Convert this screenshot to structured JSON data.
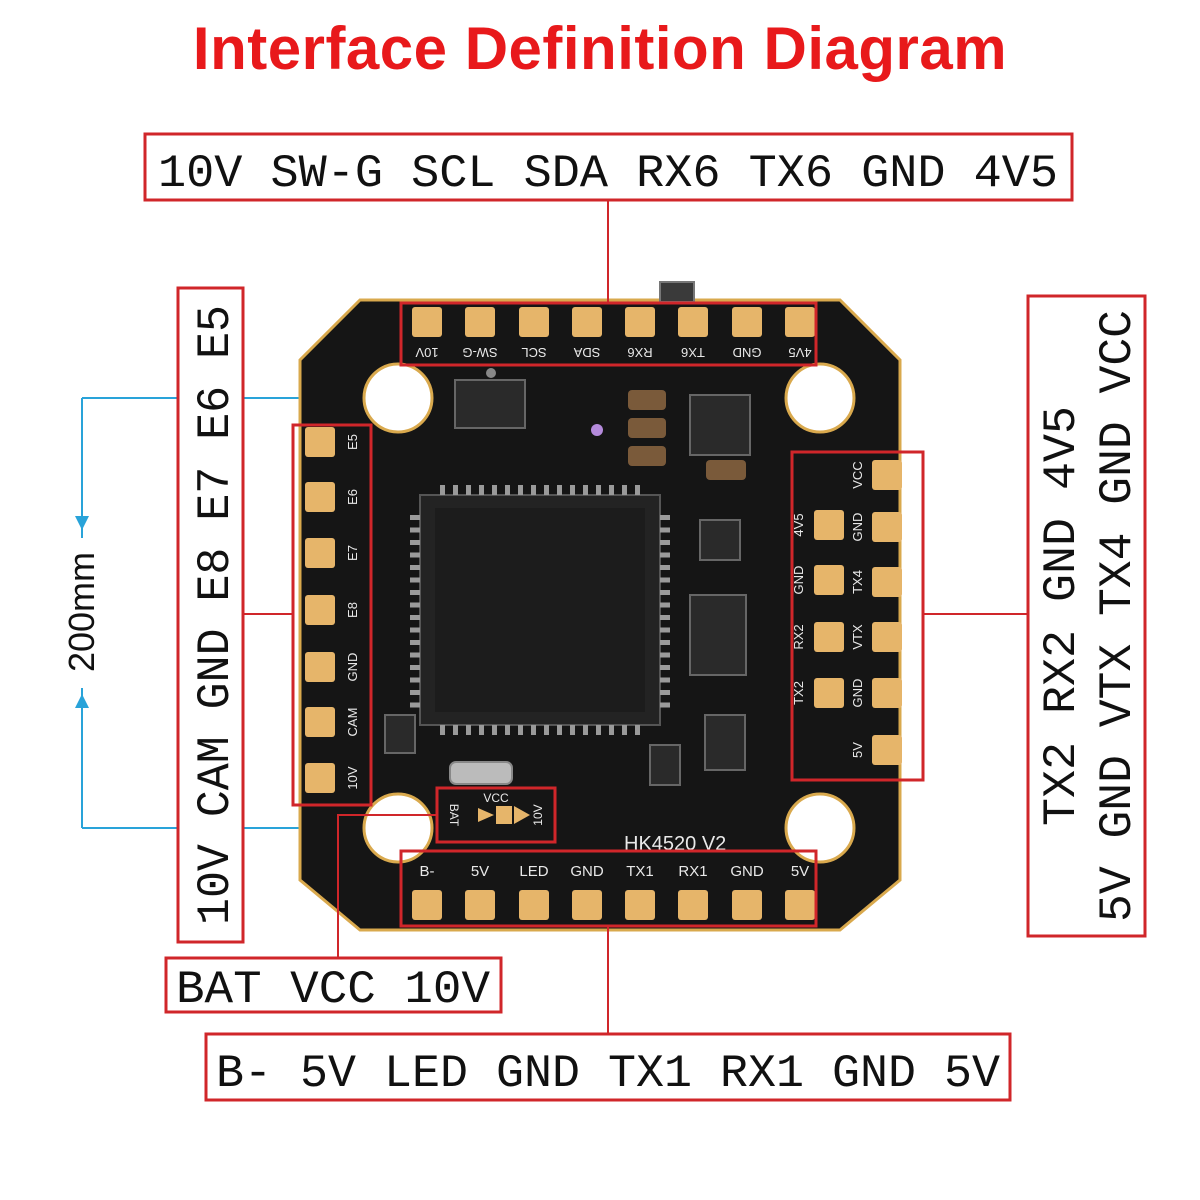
{
  "title": "Interface Definition Diagram",
  "colors": {
    "title": "#e8191b",
    "callout_box": "#d0262a",
    "dimension": "#29a3d9",
    "board": "#141414",
    "pad": "#e6b56a"
  },
  "board_label": "HK4520 V2",
  "dimension_label": "200mm",
  "top_header": {
    "callout": "10V SW-G SCL SDA RX6 TX6 GND 4V5",
    "pads": [
      "10V",
      "SW-G",
      "SCL",
      "SDA",
      "RX6",
      "TX6",
      "GND",
      "4V5"
    ]
  },
  "bottom_header": {
    "callout": "B- 5V LED GND TX1 RX1 GND 5V",
    "pads": [
      "B-",
      "5V",
      "LED",
      "GND",
      "TX1",
      "RX1",
      "GND",
      "5V"
    ]
  },
  "left_header": {
    "callout": "10V CAM GND E8 E7 E6 E5",
    "pads": [
      "E5",
      "E6",
      "E7",
      "E8",
      "GND",
      "CAM",
      "10V"
    ]
  },
  "right_header": {
    "callout_lines": [
      "5V GND VTX TX4 GND VCC",
      "TX2 RX2 GND 4V5"
    ],
    "inner_pads": [
      "4V5",
      "GND",
      "RX2",
      "TX2"
    ],
    "outer_pads": [
      "VCC",
      "GND",
      "TX4",
      "VTX",
      "GND",
      "5V"
    ]
  },
  "power_header": {
    "callout": "BAT VCC 10V",
    "pads": [
      "BAT",
      "VCC",
      "10V"
    ]
  }
}
